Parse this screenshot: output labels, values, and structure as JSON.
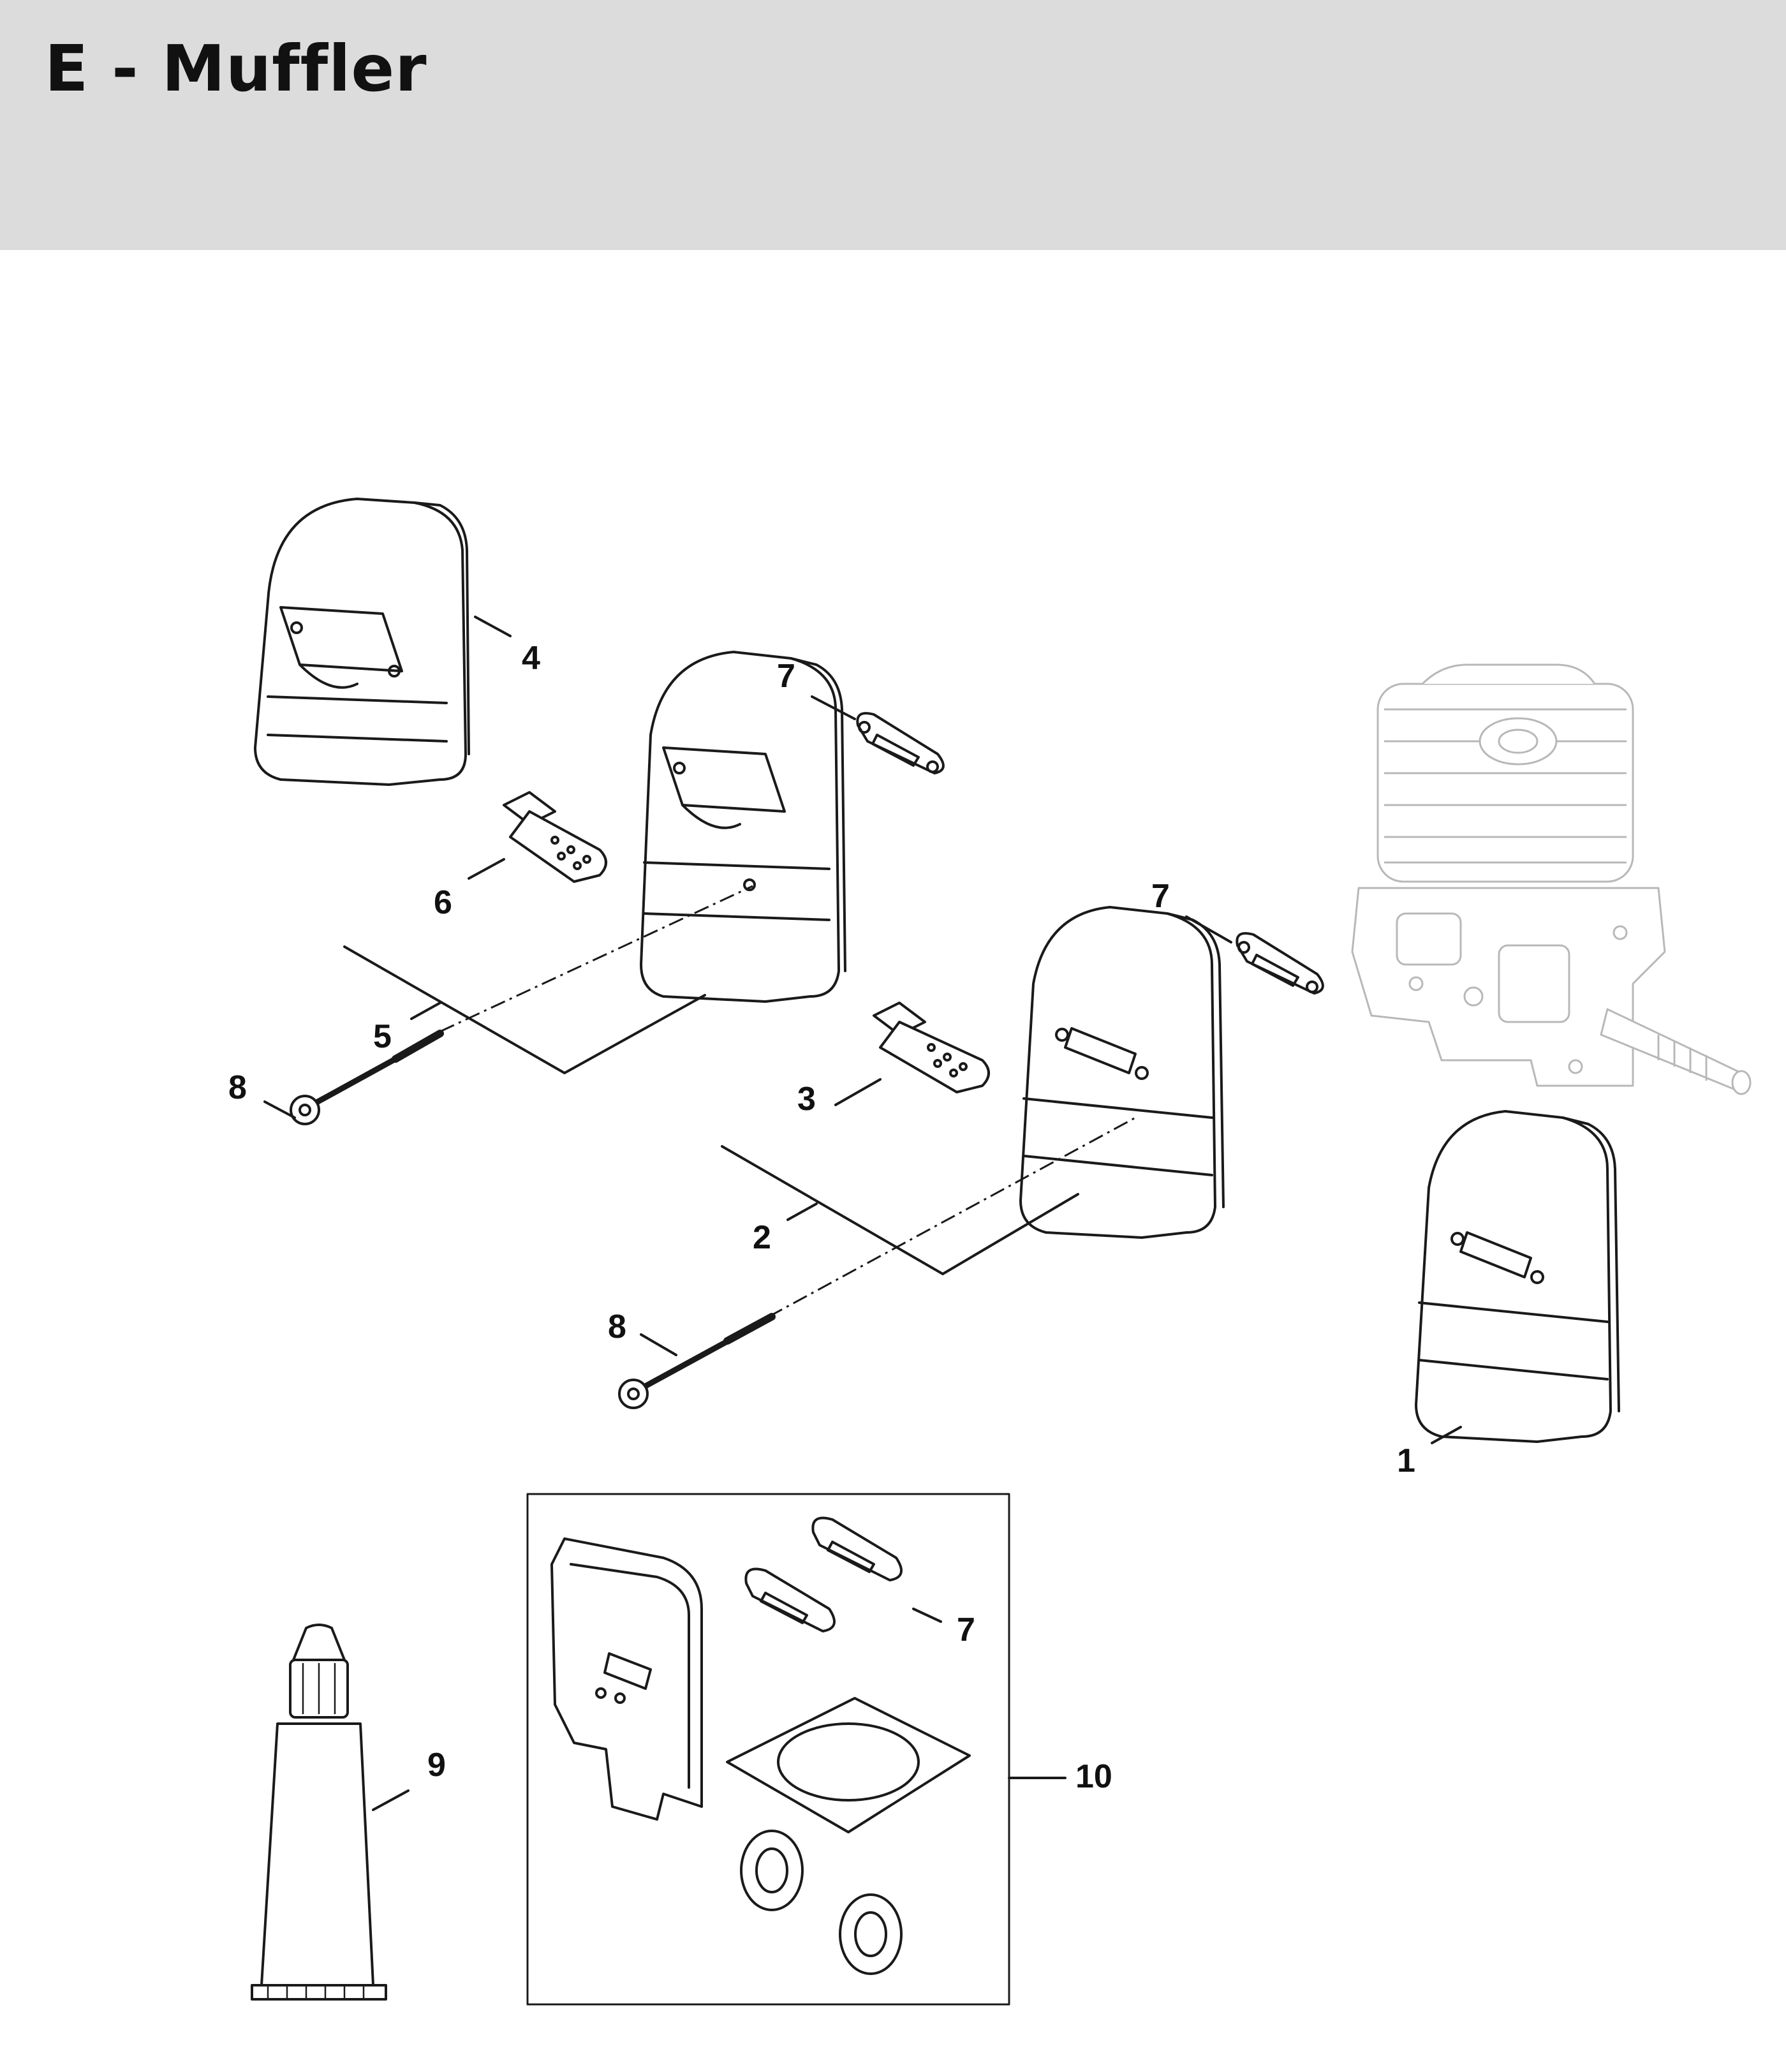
{
  "header": {
    "title": "E - Muffler",
    "background": "#dcdcdc"
  },
  "callouts": {
    "c1": "1",
    "c2": "2",
    "c3": "3",
    "c4": "4",
    "c5": "5",
    "c6": "6",
    "c7a": "7",
    "c7b": "7",
    "c7c": "7",
    "c8a": "8",
    "c8b": "8",
    "c9": "9",
    "c10": "10"
  }
}
